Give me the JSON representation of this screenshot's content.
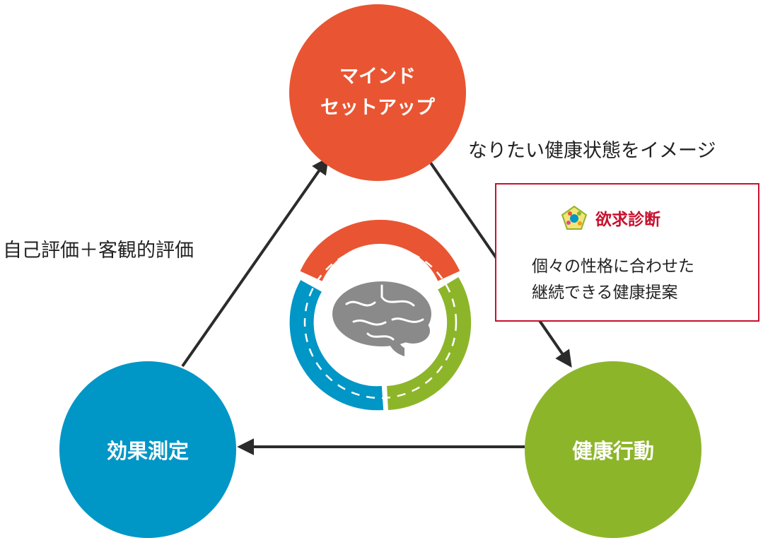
{
  "nodes": {
    "mindset": {
      "line1": "マインド",
      "line2": "セットアップ",
      "color": "#e95532"
    },
    "action": {
      "label": "健康行動",
      "color": "#8db52a"
    },
    "measure": {
      "label": "効果測定",
      "color": "#0096c6"
    }
  },
  "edge_labels": {
    "mindset_to_action": "なりたい健康状態をイメージ",
    "measure_to_mindset": "自己評価＋客観的評価"
  },
  "callout": {
    "title": "欲求診断",
    "body_line1": "個々の性格に合わせた",
    "body_line2": "継続できる健康提案",
    "accent": "#c8102e",
    "icon": "pentagon-diagnosis-icon"
  },
  "center_icon": "brain-cycle-icon",
  "cycle_colors": [
    "#e95532",
    "#8db52a",
    "#0096c6"
  ],
  "brain_color": "#8a8a8a"
}
